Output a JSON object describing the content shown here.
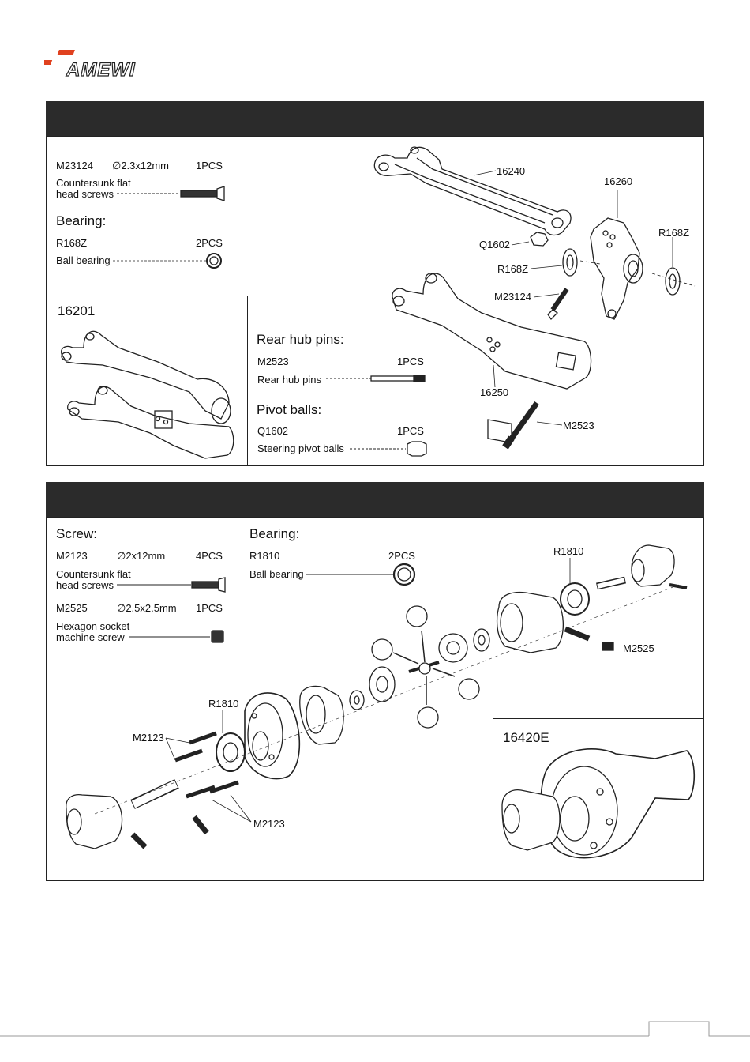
{
  "brand": {
    "name": "AMEWI"
  },
  "section1": {
    "screw": {
      "code": "M23124",
      "size": "∅2.3x12mm",
      "qty": "1PCS",
      "desc_line1": "Countersunk flat",
      "desc_line2": "head screws"
    },
    "bearing_heading": "Bearing:",
    "bearing": {
      "code": "R168Z",
      "qty": "2PCS",
      "desc": "Ball bearing"
    },
    "inset_label": "16201",
    "rear_hub_heading": "Rear hub pins:",
    "rear_hub": {
      "code": "M2523",
      "qty": "1PCS",
      "desc": "Rear hub pins"
    },
    "pivot_heading": "Pivot balls:",
    "pivot": {
      "code": "Q1602",
      "qty": "1PCS",
      "desc": "Steering pivot balls"
    },
    "callouts": {
      "upper_arm": "16240",
      "hub": "16260",
      "bearing_right": "R168Z",
      "pivot_ball": "Q1602",
      "bearing_left": "R168Z",
      "screw": "M23124",
      "lower_arm": "16250",
      "pin": "M2523"
    }
  },
  "section2": {
    "screw_heading": "Screw:",
    "screw1": {
      "code": "M2123",
      "size": "∅2x12mm",
      "qty": "4PCS",
      "desc_line1": "Countersunk flat",
      "desc_line2": "head screws"
    },
    "screw2": {
      "code": "M2525",
      "size": "∅2.5x2.5mm",
      "qty": "1PCS",
      "desc_line1": "Hexagon socket",
      "desc_line2": "machine screw"
    },
    "bearing_heading": "Bearing:",
    "bearing": {
      "code": "R1810",
      "qty": "2PCS",
      "desc": "Ball bearing"
    },
    "inset_label": "16420E",
    "callouts": {
      "bearing_top": "R1810",
      "set_screw": "M2525",
      "bearing_left": "R1810",
      "screws_upper": "M2123",
      "screws_lower": "M2123"
    }
  }
}
